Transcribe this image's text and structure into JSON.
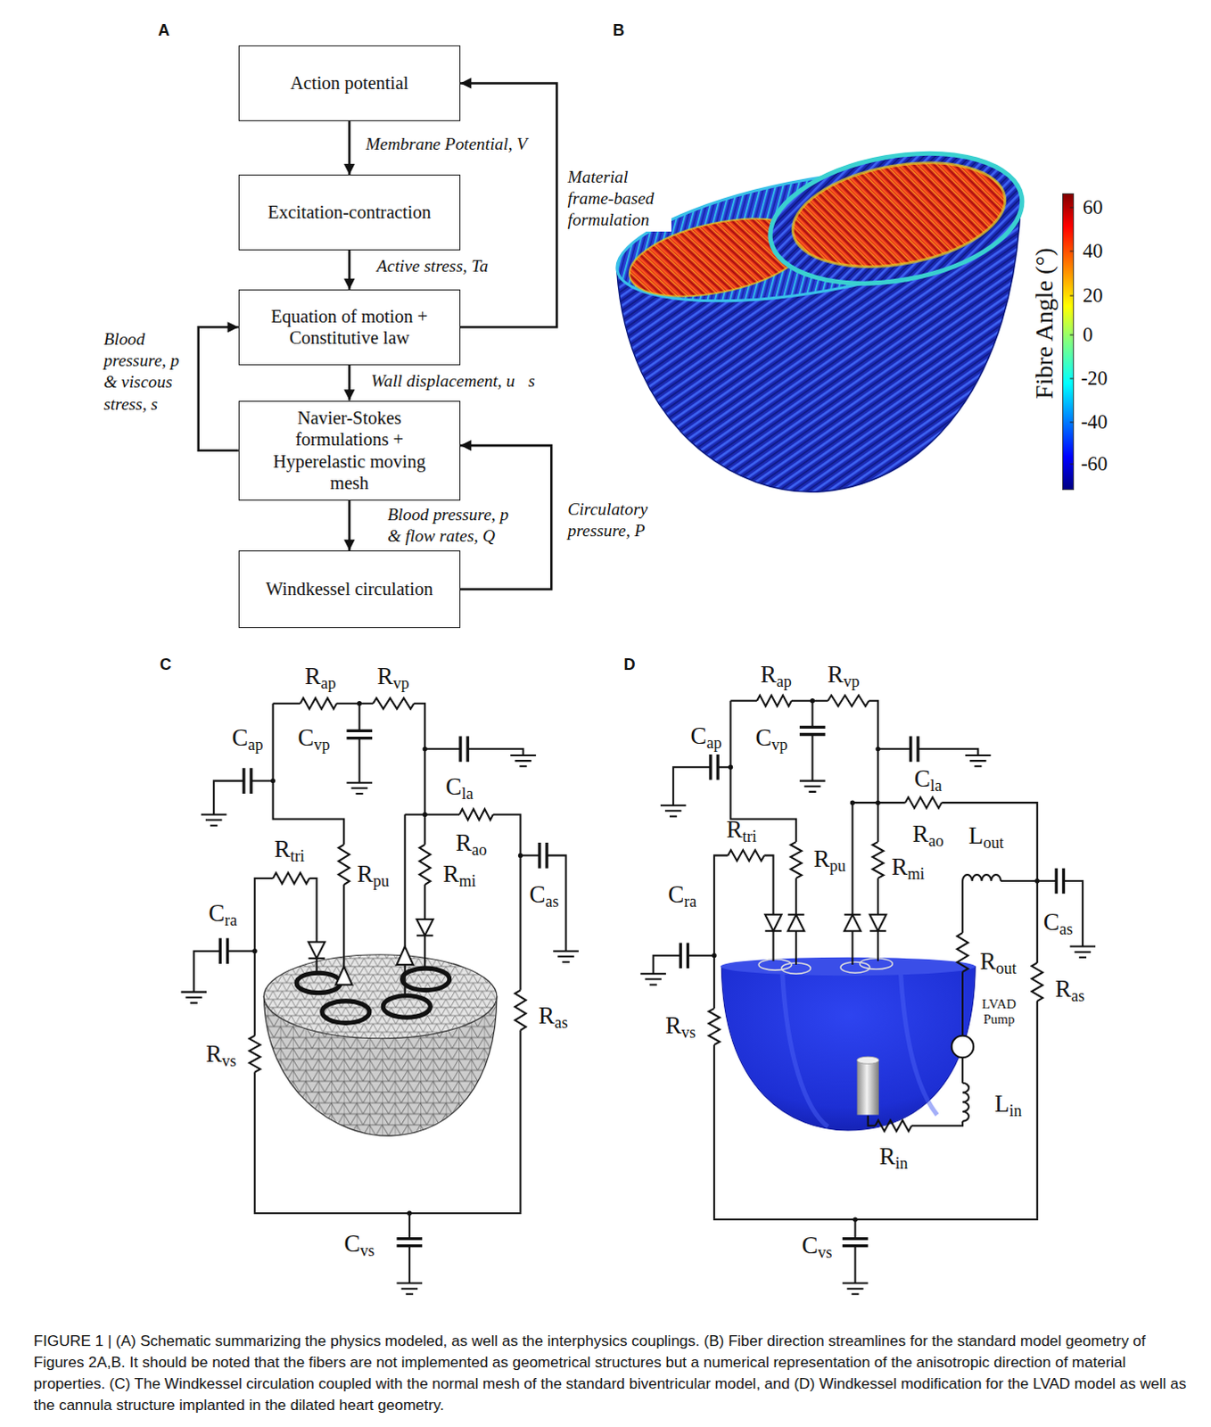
{
  "diagram": {
    "caption": "FIGURE 1 | (A) Schematic summarizing the physics modeled, as well as the interphysics couplings. (B) Fiber direction streamlines for the standard model geometry of Figures 2A,B. It should be noted that the fibers are not implemented as geometrical structures but a numerical representation of the anisotropic direction of material properties. (C) The Windkessel circulation coupled with the normal mesh of the standard biventricular model, and (D) Windkessel modification for the LVAD model as well as the cannula structure implanted in the dilated heart geometry.",
    "nodes": [
      {
        "text": [
          "Action potential"
        ]
      },
      {
        "text": [
          "Excitation-contraction"
        ]
      },
      {
        "text": [
          "Equation of motion + Constitutive law"
        ]
      },
      {
        "text": [
          "Navier-Stokes formulations + Hyperelastic moving mesh"
        ]
      },
      {
        "text": [
          "Windkessel circulation"
        ]
      }
    ],
    "edges": [
      {
        "from": 0,
        "to": 1,
        "arrow": "to",
        "label": "Membrane Potential, V"
      },
      {
        "from": 1,
        "to": 2,
        "arrow": "to",
        "label": "Active stress, Ta"
      },
      {
        "from": 2,
        "to": 3,
        "arrow": "to",
        "label": "Wall displacement, u⃗s"
      },
      {
        "from": 3,
        "to": 4,
        "arrow": "to",
        "label": "Blood pressure, p & flow rates, Q"
      },
      {
        "from": 4,
        "to": 3,
        "arrow": "to",
        "label": "Circulatory pressure, P"
      },
      {
        "from": 3,
        "to": 2,
        "arrow": "to",
        "label": "Blood pressure, p & viscous stress, s"
      },
      {
        "from": 2,
        "to": 0,
        "arrow": "to",
        "label": "Material frame-based formulation"
      }
    ],
    "labels": [
      "A",
      "B",
      "60",
      "40",
      "20",
      "0",
      "-20",
      "-40",
      "-60",
      "Fibre Angle (°)",
      "C",
      "D",
      "Rap",
      "Rvp",
      "Cap",
      "Cvp",
      "Cla",
      "Rtri",
      "Rpu",
      "Rao",
      "Rmi",
      "Cas",
      "Cra",
      "Ras",
      "Rvs",
      "Cvs",
      "Rap",
      "Rvp",
      "Cap",
      "Cvp",
      "Cla",
      "Rtri",
      "Rpu",
      "Rmi",
      "Rao",
      "Lout",
      "Cra",
      "Cas",
      "Rout",
      "LVAD Pump",
      "Ras",
      "Rvs",
      "Lin",
      "Rin",
      "Cvs"
    ]
  }
}
